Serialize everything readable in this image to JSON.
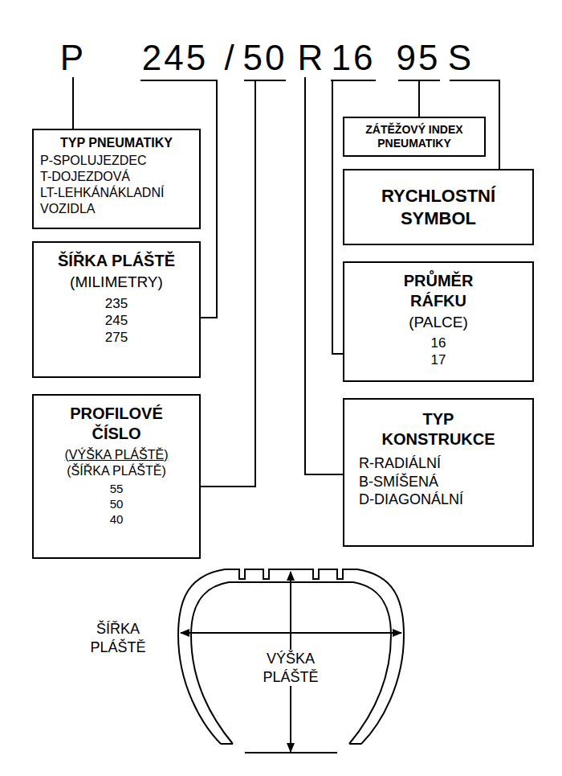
{
  "diagram": {
    "nodes": [
      {
        "text": [
          "TYP PNEUMATIKY",
          "P-SPOLUJEZDEC",
          "T-DOJEZDOVÁ",
          "LT-LEHKÁNÁKLADNÍ VOZIDLA"
        ]
      },
      {
        "text": [
          "ŠÍŘKA PLÁŠTĚ",
          "(MILIMETRY)",
          "235",
          "245",
          "275"
        ]
      },
      {
        "text": [
          "PROFILOVÉ ČÍSLO",
          "(VÝŠKA PLÁŠTĚ)",
          "(ŠÍŘKA PLÁŠTĚ)",
          "55",
          "50",
          "40"
        ]
      },
      {
        "text": [
          "ZÁTĚŽOVÝ INDEX PNEUMATIKY"
        ]
      },
      {
        "text": [
          "RYCHLOSTNÍ SYMBOL"
        ]
      },
      {
        "text": [
          "PRŮMĚR RÁFKU",
          "(PALCE)",
          "16",
          "17"
        ]
      },
      {
        "text": [
          "TYP KONSTRUKCE",
          "R-RADIÁLNÍ",
          "B-SMÍŠENÁ",
          "D-DIAGONÁLNÍ"
        ]
      }
    ],
    "labels": [
      "P",
      "245",
      "/",
      "50",
      "R",
      "16",
      "95",
      "S",
      "ŠÍŘKA PLÁŠTĚ",
      "VÝŠKA PLÁŠTĚ"
    ]
  }
}
